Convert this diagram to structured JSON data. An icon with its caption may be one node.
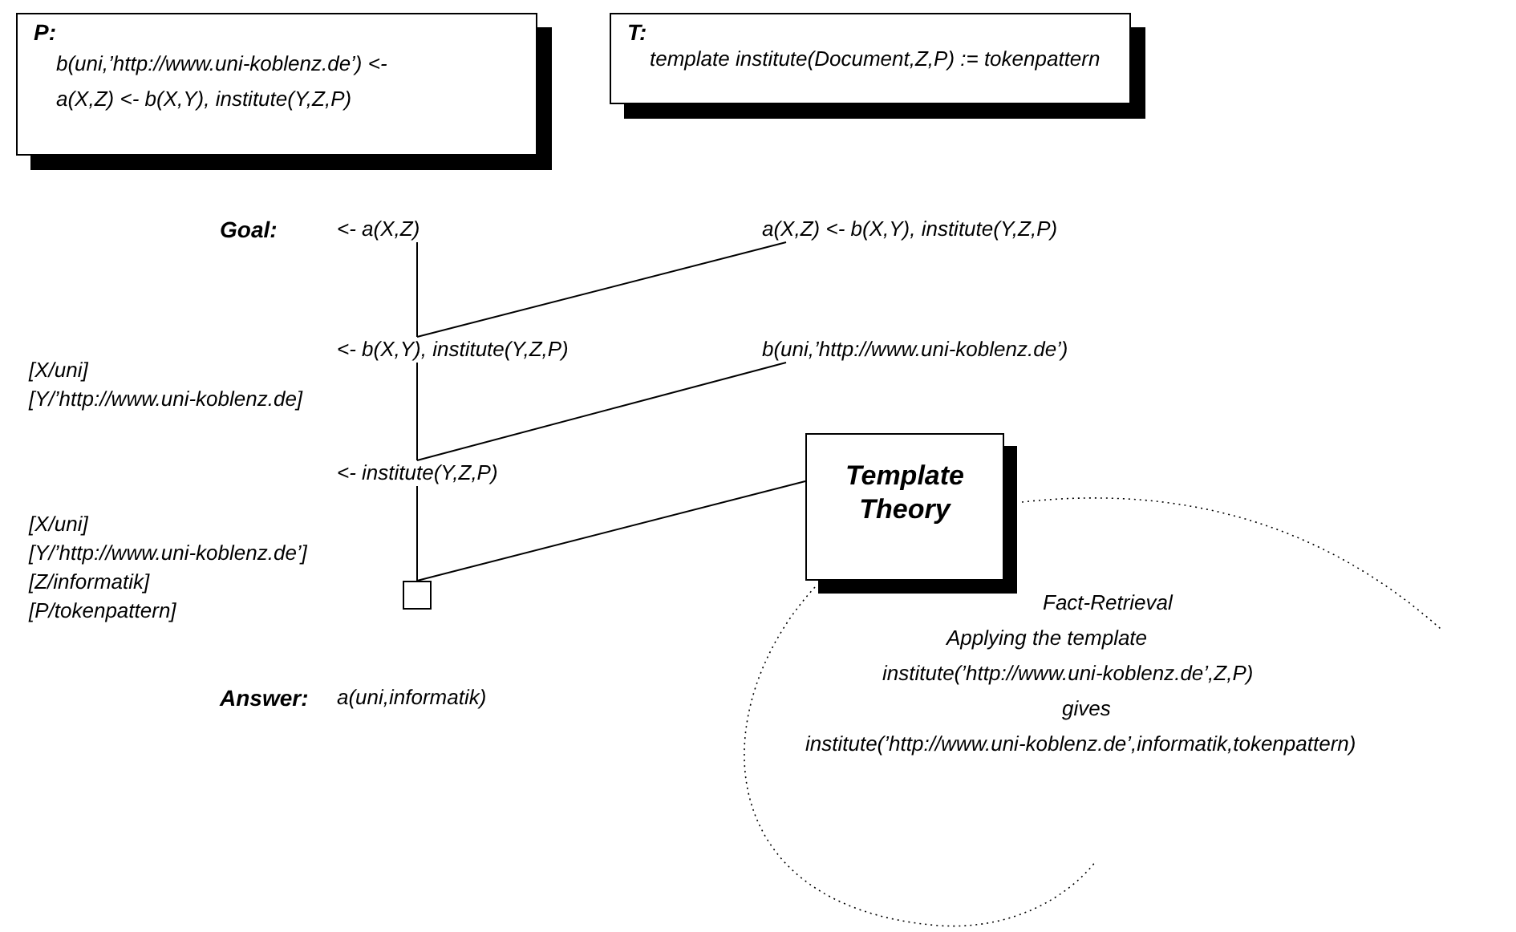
{
  "diagram": {
    "nodes": [
      {
        "text": [
          "P:",
          "b(uni,’http://www.uni-koblenz.de’) <-",
          "a(X,Z) <- b(X,Y), institute(Y,Z,P)"
        ]
      },
      {
        "text": [
          "T:",
          "template institute(Document,Z,P) := tokenpattern"
        ]
      },
      {
        "text": [
          "<- a(X,Z)"
        ]
      },
      {
        "text": [
          "a(X,Z) <- b(X,Y), institute(Y,Z,P)"
        ]
      },
      {
        "text": [
          "<- b(X,Y), institute(Y,Z,P)"
        ]
      },
      {
        "text": [
          "b(uni,’http://www.uni-koblenz.de’)"
        ]
      },
      {
        "text": [
          "<- institute(Y,Z,P)"
        ]
      },
      {
        "text": [
          "Template Theory"
        ]
      },
      {
        "text": [],
        "shape": "box"
      }
    ],
    "edges": [
      {
        "from": 2,
        "to": 4,
        "arrow": "none"
      },
      {
        "from": 3,
        "to": 4,
        "arrow": "none"
      },
      {
        "from": 4,
        "to": 6,
        "arrow": "none"
      },
      {
        "from": 5,
        "to": 6,
        "arrow": "none"
      },
      {
        "from": 6,
        "to": 8,
        "arrow": "none"
      },
      {
        "from": 7,
        "to": 8,
        "arrow": "none"
      }
    ],
    "labels": [
      "Goal:",
      "[X/uni]",
      "[Y/’http://www.uni-koblenz.de]",
      "[X/uni]",
      "[Y/’http://www.uni-koblenz.de’]",
      "[Z/informatik]",
      "[P/tokenpattern]",
      "Fact-Retrieval",
      "Applying the template",
      "institute(’http://www.uni-koblenz.de’,Z,P)",
      "gives",
      "institute(’http://www.uni-koblenz.de’,informatik,tokenpattern)",
      "Answer:",
      "a(uni,informatik)"
    ]
  }
}
